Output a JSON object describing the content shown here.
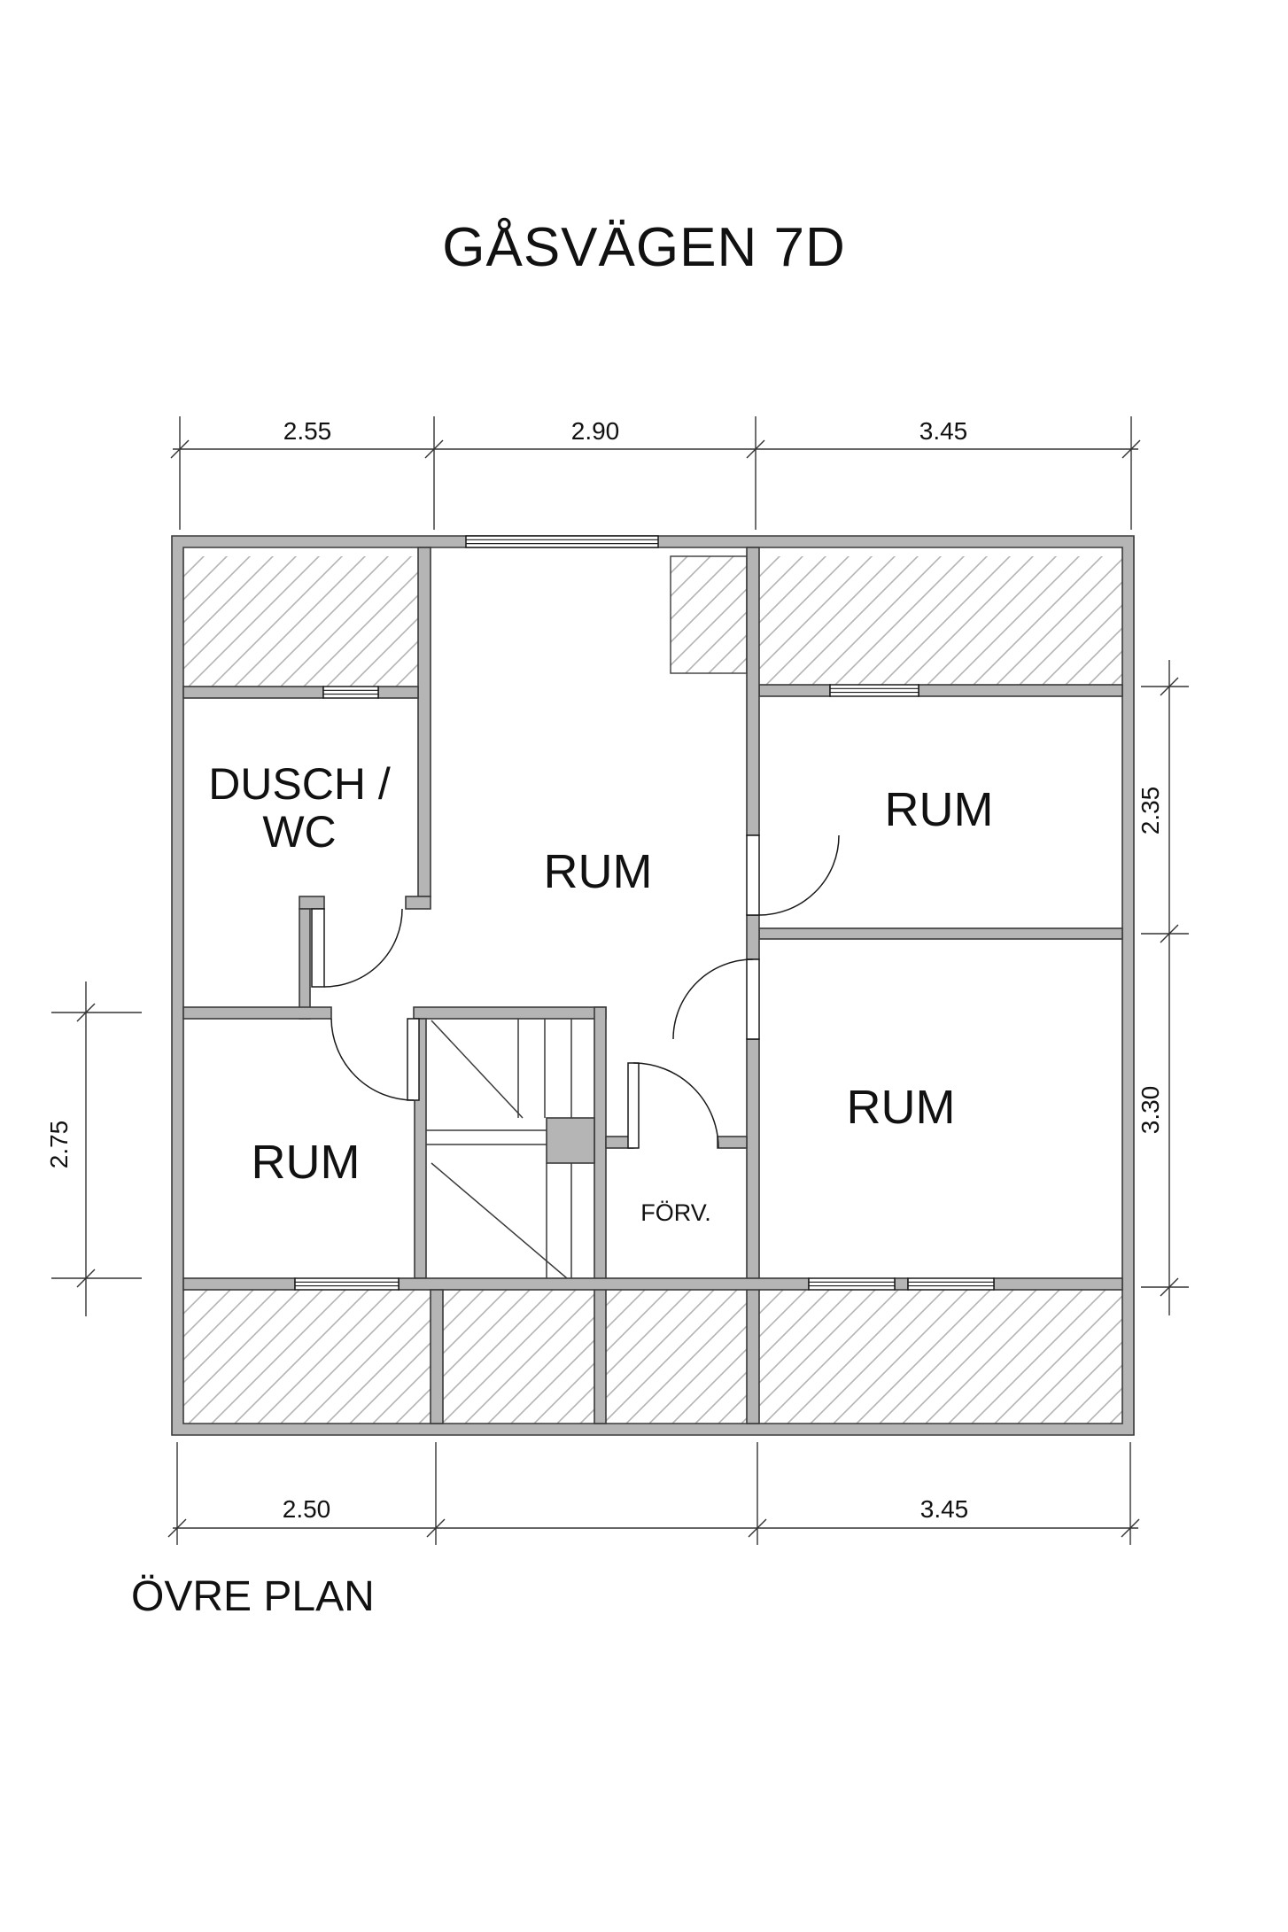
{
  "title": "GÅSVÄGEN 7D",
  "plan_label": "ÖVRE PLAN",
  "rooms": {
    "dusch_wc": {
      "line1": "DUSCH /",
      "line2": "WC"
    },
    "rum_center": "RUM",
    "rum_top_right": "RUM",
    "rum_left": "RUM",
    "rum_bottom_right": "RUM",
    "forv": "FÖRV."
  },
  "dimensions": {
    "top": [
      {
        "label": "2.55"
      },
      {
        "label": "2.90"
      },
      {
        "label": "3.45"
      }
    ],
    "bottom": [
      {
        "label": "2.50"
      },
      {
        "label": "3.45"
      }
    ],
    "right": [
      {
        "label": "2.35"
      },
      {
        "label": "3.30"
      }
    ],
    "left": [
      {
        "label": "2.75"
      }
    ]
  },
  "colors": {
    "wall_fill": "#b5b5b5",
    "wall_stroke": "#3a3a3a",
    "hatch_line": "#b3b3b3",
    "dim_line": "#333333",
    "background": "#ffffff"
  }
}
